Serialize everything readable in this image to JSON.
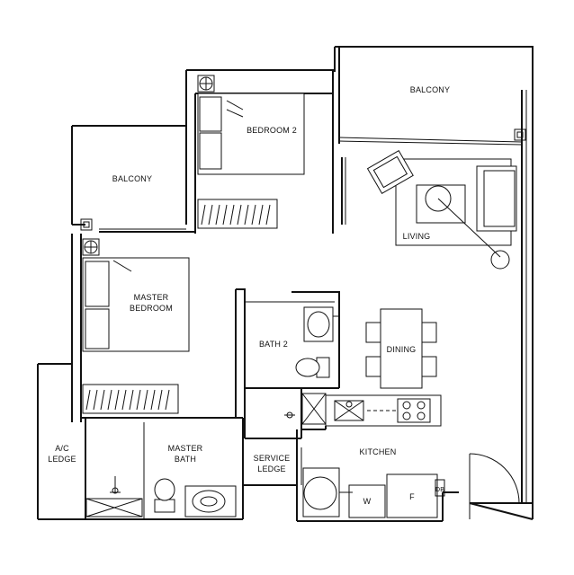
{
  "rooms": {
    "balcony_top": "BALCONY",
    "balcony_left": "BALCONY",
    "bedroom2": "BEDROOM 2",
    "living": "LIVING",
    "master_bedroom_1": "MASTER",
    "master_bedroom_2": "BEDROOM",
    "bath2": "BATH 2",
    "dining": "DINING",
    "ac_ledge_1": "A/C",
    "ac_ledge_2": "LEDGE",
    "master_bath_1": "MASTER",
    "master_bath_2": "BATH",
    "service_ledge_1": "SERVICE",
    "service_ledge_2": "LEDGE",
    "kitchen": "KITCHEN"
  },
  "appliances": {
    "washer": "W",
    "fridge": "F",
    "dryer": "DB"
  }
}
